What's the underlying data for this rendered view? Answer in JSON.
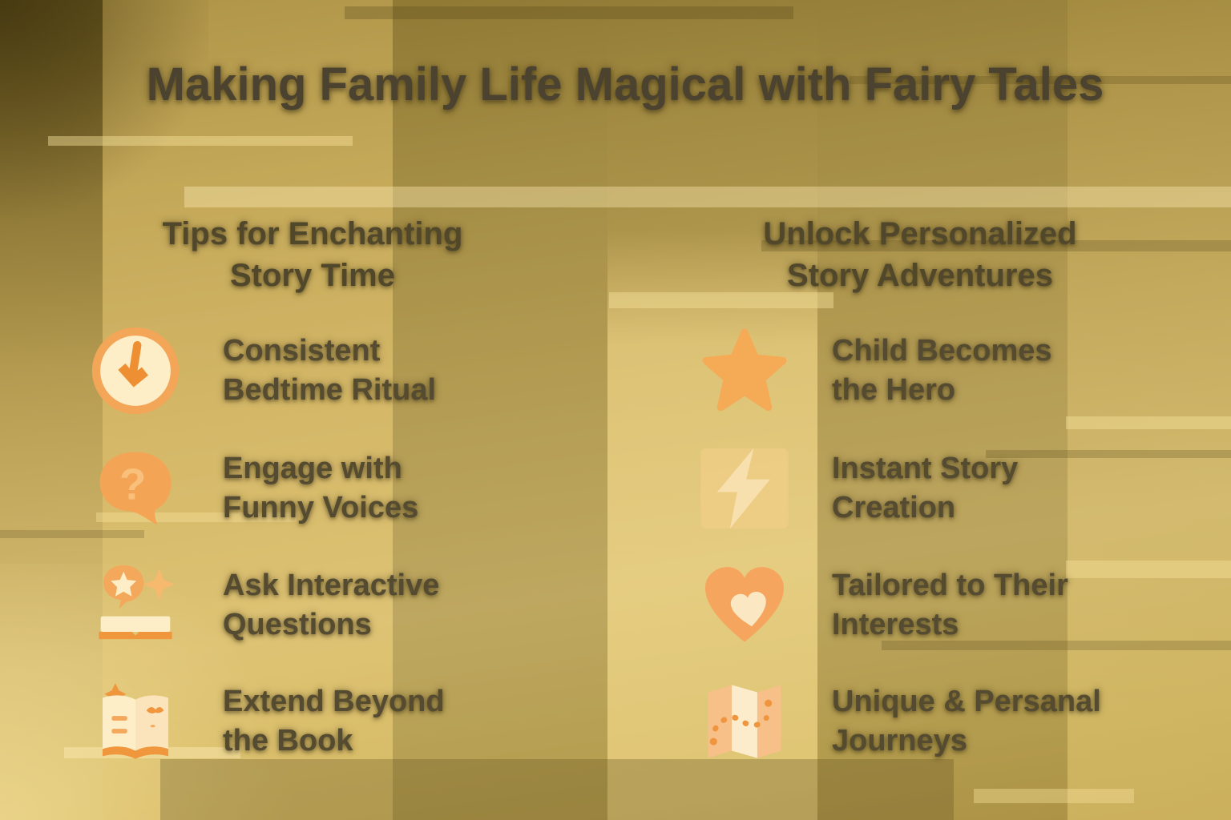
{
  "title": "Making Family Life Magical with Fairy Tales",
  "palette": {
    "background_gold": "#c8ad5e",
    "background_olive": "#937b31",
    "accent_orange": "#f2a04e",
    "accent_orange_deep": "#ee8f33",
    "icon_cream": "#fdeec8",
    "text_dark": "#4b4330"
  },
  "columns": [
    {
      "heading": "Tips for Enchanting\nStory Time",
      "items": [
        {
          "icon": "clock-down-arrow-icon",
          "label": "Consistent\nBedtime Ritual"
        },
        {
          "icon": "question-speech-bubble-icon",
          "label": "Engage with\nFunny Voices"
        },
        {
          "icon": "book-sparkle-bubble-icon",
          "label": "Ask Interactive\nQuestions"
        },
        {
          "icon": "open-book-icon",
          "label": "Extend Beyond\nthe Book"
        }
      ]
    },
    {
      "heading": "Unlock Personalized\nStory Adventures",
      "items": [
        {
          "icon": "star-icon",
          "label": "Child Becomes\nthe Hero"
        },
        {
          "icon": "lightning-bolt-icon",
          "label": "Instant Story\nCreation"
        },
        {
          "icon": "heart-icon",
          "label": "Tailored to Their\nInterests"
        },
        {
          "icon": "folded-map-icon",
          "label": "Unique & Persanal\nJourneys"
        }
      ]
    }
  ]
}
